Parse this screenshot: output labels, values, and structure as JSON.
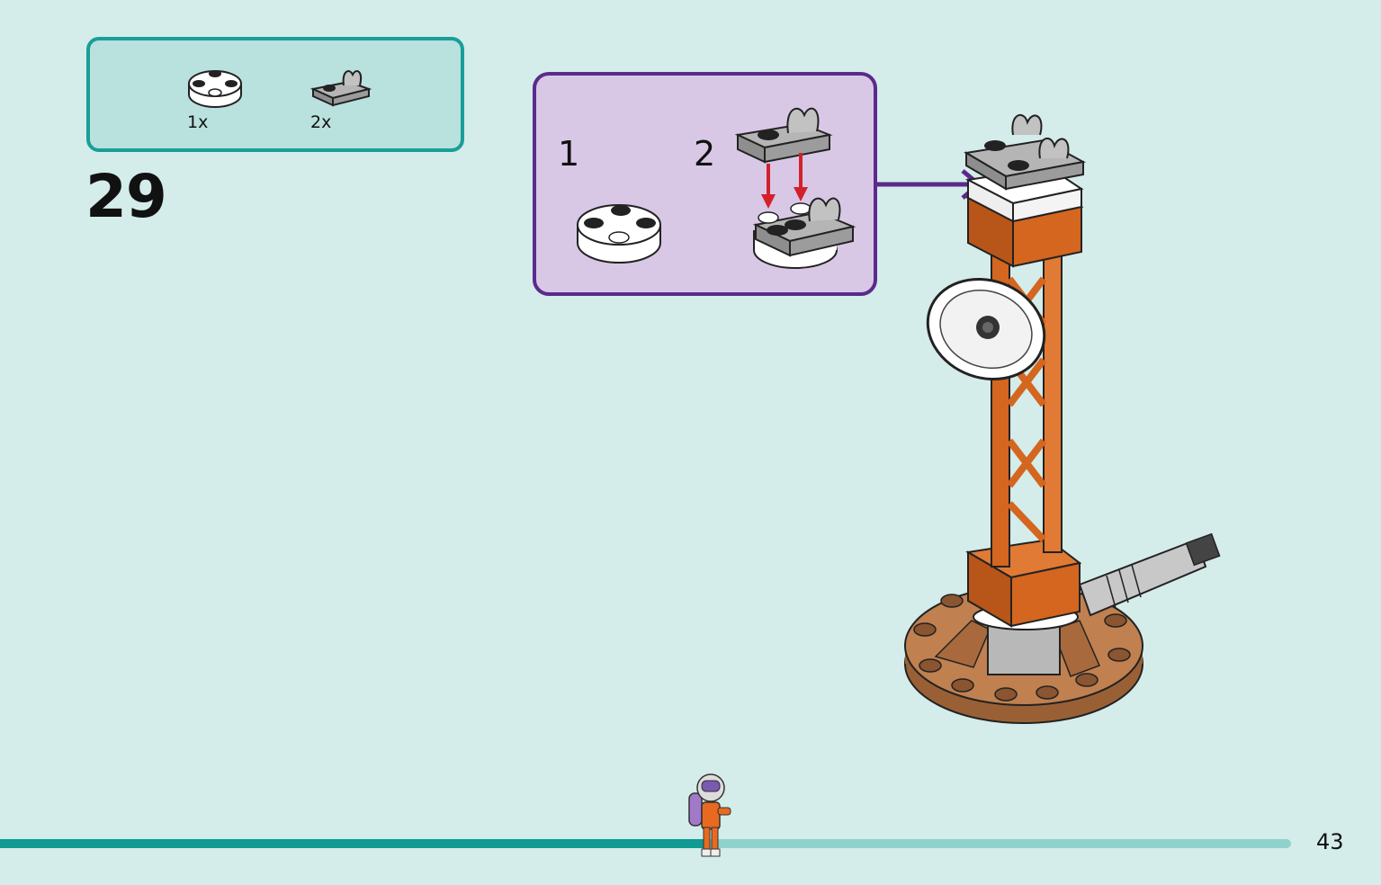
{
  "parts_box": {
    "items": [
      {
        "icon": "round-plate-white-icon",
        "qty": "1x"
      },
      {
        "icon": "clip-plate-gray-icon",
        "qty": "2x"
      }
    ]
  },
  "step": {
    "number": "29"
  },
  "sub_assembly": {
    "steps": [
      {
        "number": "1"
      },
      {
        "number": "2"
      }
    ]
  },
  "progress": {
    "fraction": 0.545
  },
  "page": {
    "number": "43"
  },
  "colors": {
    "background": "#d4ecea",
    "parts_box_border": "#1a9e98",
    "parts_box_fill": "#b9e1de",
    "sub_box_border": "#5b2a8a",
    "sub_box_fill": "#d8c8e6",
    "progress_fill": "#0f9a92",
    "progress_track": "#8fd2cb",
    "tower_orange": "#d4661f",
    "base_brown": "#b87a4b",
    "arrow_red": "#d4202a"
  }
}
